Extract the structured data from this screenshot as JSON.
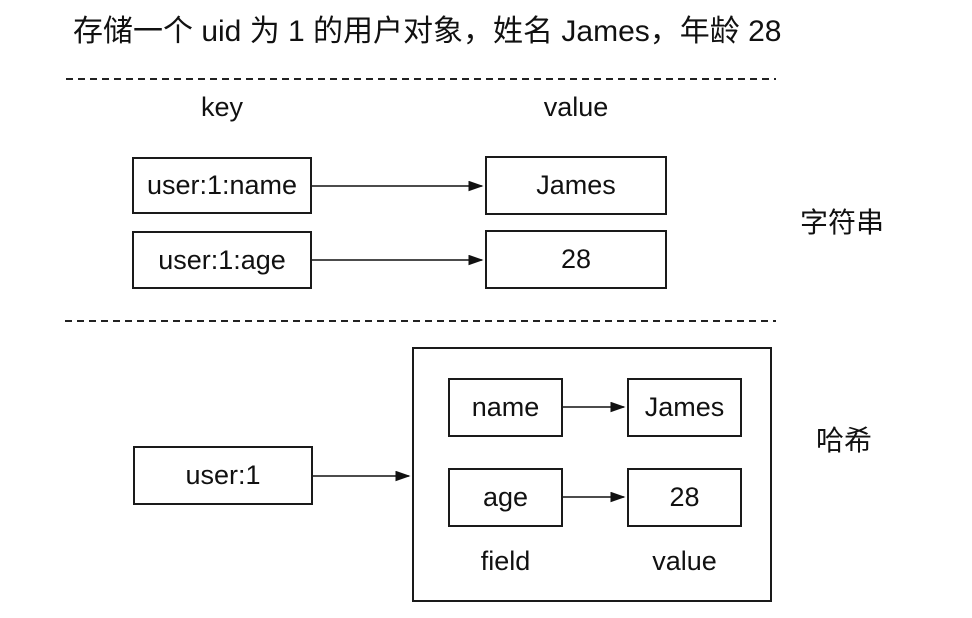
{
  "title": "存储一个 uid 为 1 的用户对象，姓名 James，年龄 28",
  "string_section": {
    "key_header": "key",
    "value_header": "value",
    "rows": [
      {
        "key": "user:1:name",
        "value": "James"
      },
      {
        "key": "user:1:age",
        "value": "28"
      }
    ],
    "label": "字符串"
  },
  "hash_section": {
    "key": "user:1",
    "field_header": "field",
    "value_header": "value",
    "rows": [
      {
        "field": "name",
        "value": "James"
      },
      {
        "field": "age",
        "value": "28"
      }
    ],
    "label": "哈希"
  },
  "colors": {
    "background": "#ffffff",
    "line": "#1a1a1a",
    "text": "#111111"
  }
}
